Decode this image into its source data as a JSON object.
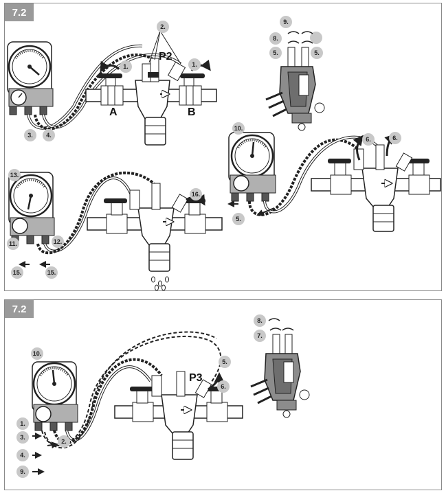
{
  "sections": [
    {
      "tag": "7.2"
    },
    {
      "tag": "7.2"
    }
  ],
  "top_panel": {
    "fig1": {
      "labels": {
        "valve_left": "A",
        "valve_right": "B",
        "port": "P2"
      },
      "steps": {
        "s1_left": "1.",
        "s1_right": "1.",
        "s2": "2.",
        "s3": "3.",
        "s4": "4."
      }
    },
    "fig2": {
      "steps": {
        "s9": "9.",
        "s8": "8.",
        "s5a": "5.",
        "s5b": "5.",
        "s5c": ""
      }
    },
    "fig3": {
      "steps": {
        "s10": "10.",
        "s6a": "6.",
        "s6b": "6.",
        "s5": "5."
      }
    },
    "fig4": {
      "steps": {
        "s13": "13.",
        "s16": "16.",
        "s11": "11.",
        "s12": "12.",
        "s15a": "15.",
        "s15b": "15."
      }
    }
  },
  "bottom_panel": {
    "fig5": {
      "labels": {
        "port": "P3"
      },
      "steps": {
        "s10": "10.",
        "s5": "5.",
        "s6": "6.",
        "s1": "1.",
        "s3": "3.",
        "s2": "2.",
        "s4": "4.",
        "s9": "9."
      }
    },
    "fig6": {
      "steps": {
        "s8": "8.",
        "s7": "7."
      }
    }
  },
  "colors": {
    "badge_fill": "#c8c8c8",
    "line": "#222222",
    "tag_fill": "#9a9a9a",
    "grey_fill": "#8c8c8c"
  }
}
